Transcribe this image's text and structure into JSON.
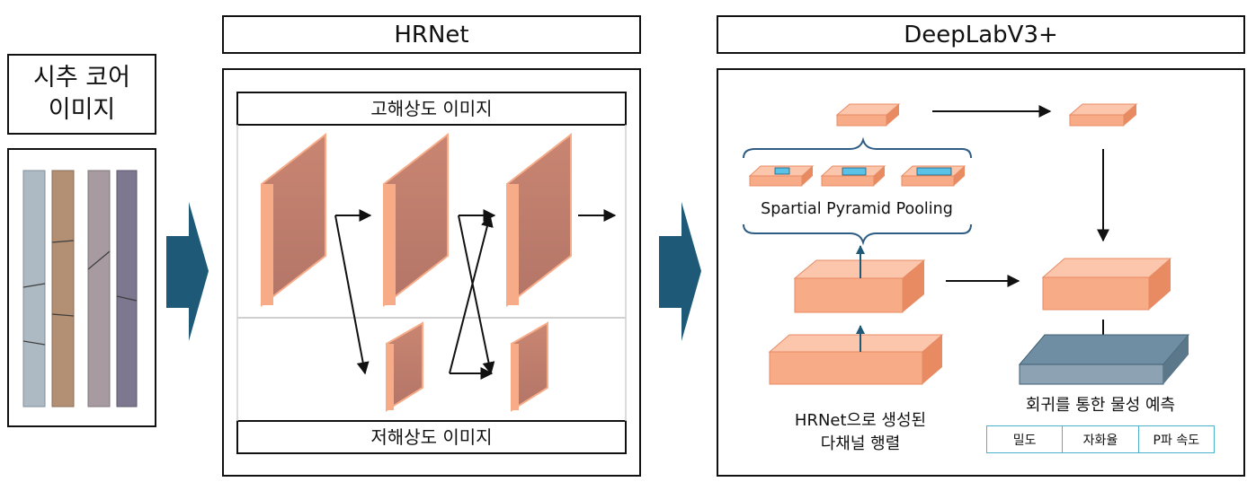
{
  "input": {
    "title_line1": "시추 코어",
    "title_line2": "이미지"
  },
  "hrnet": {
    "title": "HRNet",
    "high_res_label": "고해상도 이미지",
    "low_res_label": "저해상도 이미지"
  },
  "deeplab": {
    "title": "DeepLabV3+",
    "spp_label": "Spartial Pyramid Pooling",
    "feature_label_line1": "HRNet으로 생성된",
    "feature_label_line2": "다채널 행렬",
    "regression_label": "회귀를 통한 물성 예측",
    "properties": [
      "밀도",
      "자화율",
      "P파 속도"
    ]
  },
  "colors": {
    "block_front": "#f7ab87",
    "block_top": "#fbc6ab",
    "block_side": "#e88b63",
    "panel_front": "#c57c6b",
    "output_front": "#8da3b3",
    "output_top": "#6f8ea3",
    "flow_arrow": "#1e5a78",
    "brace": "#2e5c84",
    "table_border": "#4bb1cf"
  }
}
